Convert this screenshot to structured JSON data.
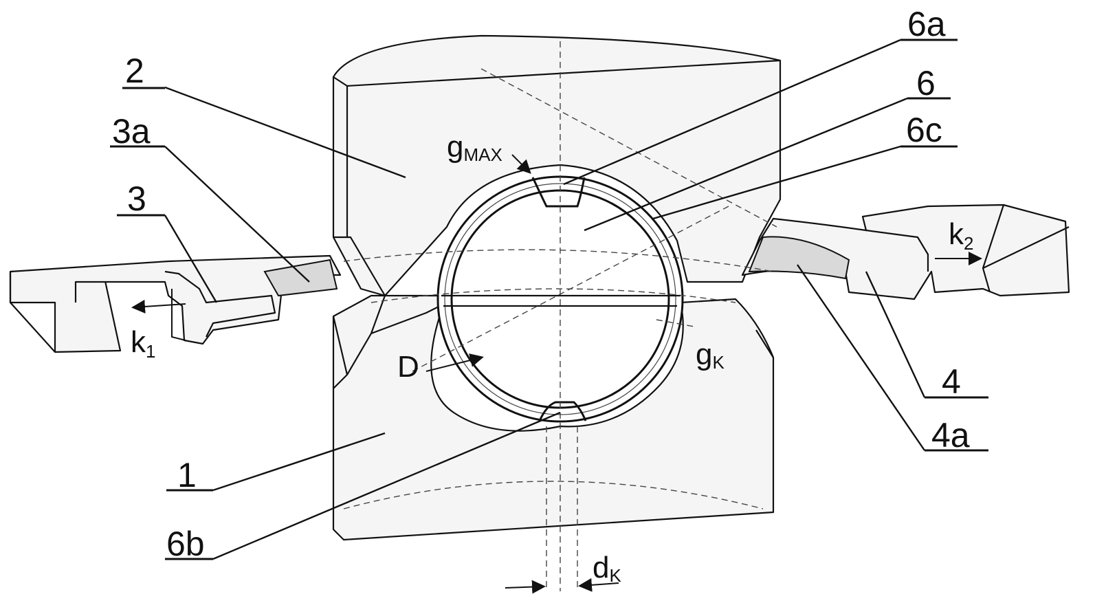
{
  "labels": {
    "ref_2": "2",
    "ref_3a": "3a",
    "ref_3": "3",
    "ref_1": "1",
    "ref_6a": "6a",
    "ref_6": "6",
    "ref_6c": "6c",
    "ref_4": "4",
    "ref_4a": "4a",
    "ref_6b": "6b"
  },
  "symbols": {
    "g_max": {
      "base": "g",
      "sub": "MAX"
    },
    "k1": {
      "base": "k",
      "sub": "1"
    },
    "k2": {
      "base": "k",
      "sub": "2"
    },
    "D": "D",
    "g_k": {
      "base": "g",
      "sub": "K"
    },
    "d_k": {
      "base": "d",
      "sub": "K"
    }
  },
  "colors": {
    "line": "#111111",
    "face": "#f5f5f5",
    "shade": "#d9d9d9"
  }
}
